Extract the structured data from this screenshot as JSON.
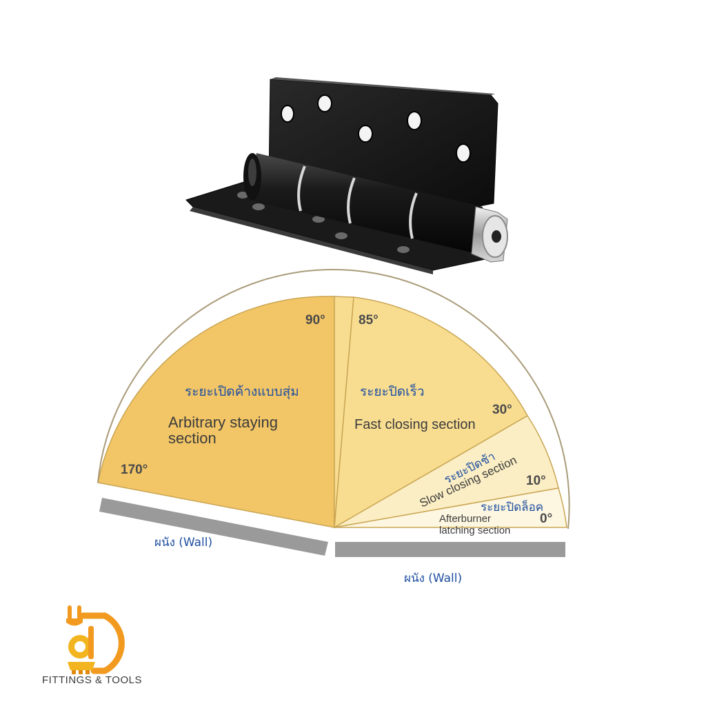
{
  "degrees": {
    "d90": "90°",
    "d85": "85°",
    "d30": "30°",
    "d170": "170°",
    "d10": "10°",
    "d0": "0°"
  },
  "sections": {
    "arbitrary": {
      "thai": "ระยะเปิดค้างแบบสุ่ม",
      "en_line1": "Arbitrary staying",
      "en_line2": "section"
    },
    "fast": {
      "thai": "ระยะปิดเร็ว",
      "en": "Fast closing section"
    },
    "slow": {
      "thai": "ระยะปิดช้า",
      "en": "Slow closing section"
    },
    "latch": {
      "thai": "ระยะปิดล็อค",
      "en_line1": "Afterburner",
      "en_line2": "latching section"
    }
  },
  "walls": {
    "left": "ผนัง (Wall)",
    "right": "ผนัง (Wall)"
  },
  "brand": {
    "name": "FITTINGS & TOOLS"
  },
  "colors": {
    "arbitrary_fill": "#f2c566",
    "fast_fill": "#f8dd91",
    "slow_fill": "#fbeec4",
    "latch_fill": "#fdf6e0",
    "wall": "#9a9a9a",
    "thai_text": "#1f4fa0",
    "logo_orange": "#f29a1f"
  },
  "icons": {
    "hinge": "black-door-hinge-image",
    "logo": "fittings-and-tools-logo"
  }
}
